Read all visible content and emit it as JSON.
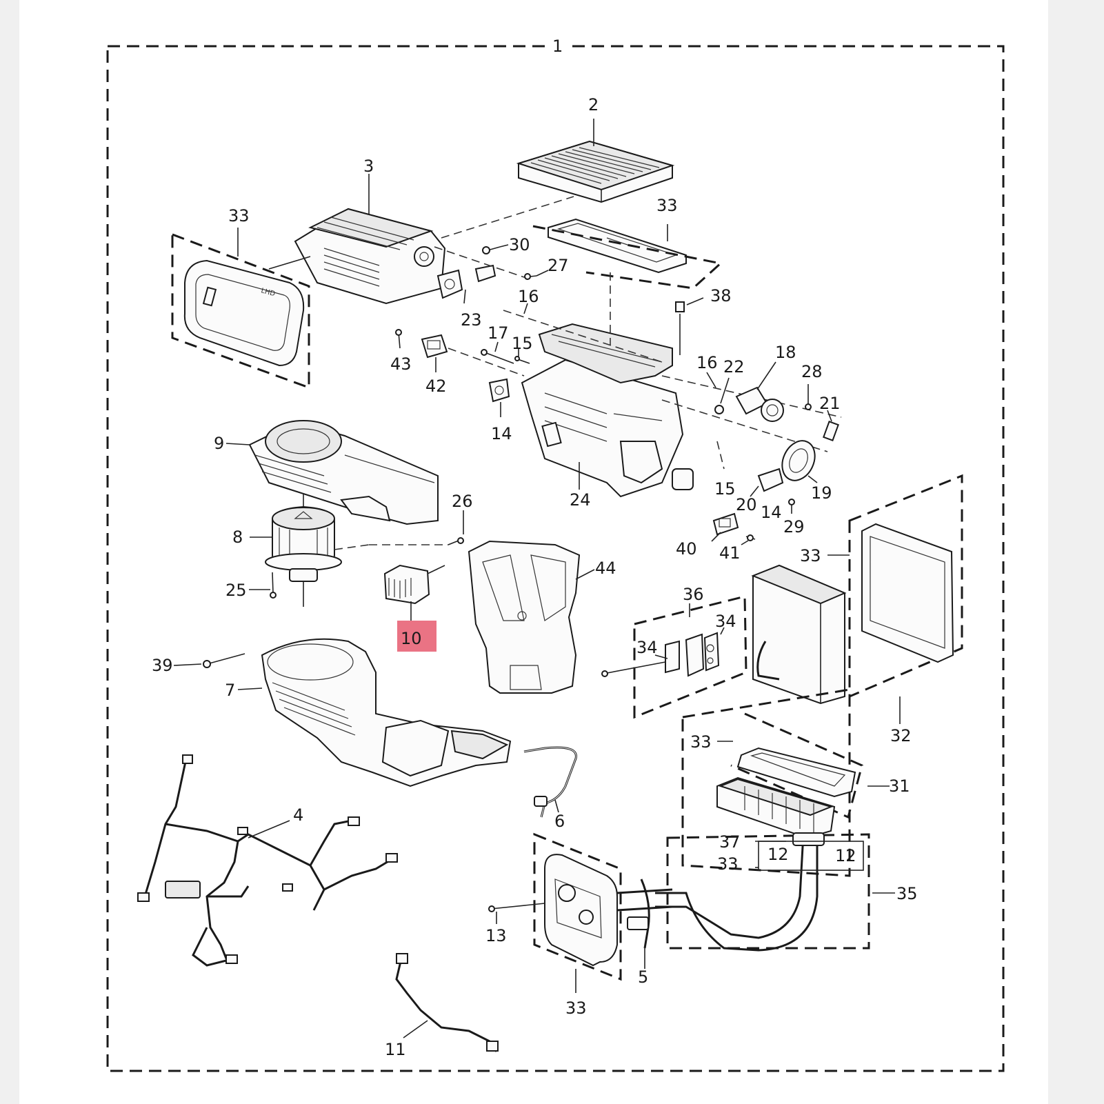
{
  "diagram": {
    "highlight_color": "#e65a6e",
    "highlighted_callout": "10",
    "callouts": {
      "c1": "1",
      "c2": "2",
      "c3": "3",
      "c33a": "33",
      "c33b": "33",
      "c33c": "33",
      "c33d": "33",
      "c33e": "33",
      "c33f": "33",
      "c30": "30",
      "c27": "27",
      "c16a": "16",
      "c16b": "16",
      "c23": "23",
      "c38": "38",
      "c17": "17",
      "c15a": "15",
      "c15b": "15",
      "c43": "43",
      "c42": "42",
      "c18": "18",
      "c22": "22",
      "c28": "28",
      "c21": "21",
      "c14a": "14",
      "c14b": "14",
      "c9": "9",
      "c24": "24",
      "c19": "19",
      "c20": "20",
      "c29": "29",
      "c26": "26",
      "c8": "8",
      "c40": "40",
      "c41": "41",
      "c44": "44",
      "c25": "25",
      "c10": "10",
      "c36": "36",
      "c34a": "34",
      "c34b": "34",
      "c39": "39",
      "c7": "7",
      "c32": "32",
      "c31": "31",
      "c6": "6",
      "c4": "4",
      "c37": "37",
      "c12a": "12",
      "c12b": "12",
      "c35": "35",
      "c13": "13",
      "c5": "5",
      "c11": "11"
    }
  }
}
